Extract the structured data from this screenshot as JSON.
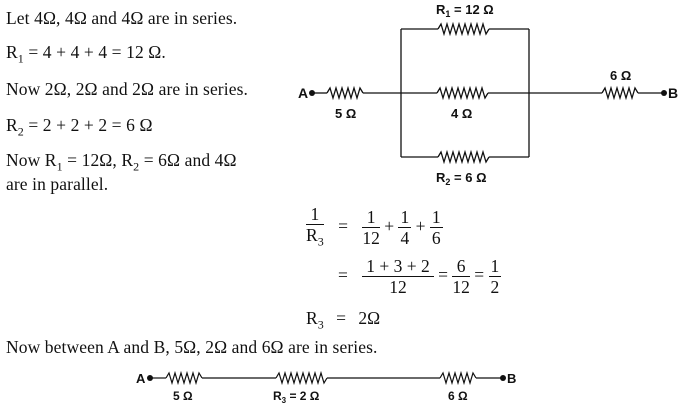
{
  "text": {
    "line1": "Let 4Ω, 4Ω and 4Ω are in series.",
    "line2_pre": "R",
    "line2_sub": "1",
    "line2_post": " = 4 + 4 + 4 = 12 Ω.",
    "line3": "Now 2Ω, 2Ω and 2Ω are in series.",
    "line4_pre": "R",
    "line4_sub": "2",
    "line4_post": " = 2 + 2 + 2 = 6 Ω",
    "line5_a": "Now R",
    "line5_sub1": "1",
    "line5_b": " = 12Ω, R",
    "line5_sub2": "2",
    "line5_c": " = 6Ω and 4Ω",
    "line6": "are in parallel.",
    "line_final": "Now between A and B, 5Ω, 2Ω and 6Ω are in series."
  },
  "equations": {
    "eq1": {
      "lhs_num": "1",
      "lhs_den_pre": "R",
      "lhs_den_sub": "3",
      "equals": "=",
      "terms": [
        {
          "num": "1",
          "den": "12"
        },
        {
          "num": "1",
          "den": "4"
        },
        {
          "num": "1",
          "den": "6"
        }
      ],
      "plus": "+"
    },
    "eq2": {
      "equals": "=",
      "f1": {
        "num": "1 + 3 + 2",
        "den": "12"
      },
      "f2": {
        "num": "6",
        "den": "12"
      },
      "f3": {
        "num": "1",
        "den": "2"
      }
    },
    "eq3": {
      "lhs_pre": "R",
      "lhs_sub": "3",
      "equals": "=",
      "rhs": "2Ω"
    }
  },
  "circuit1": {
    "terminal_a": "A",
    "terminal_b": "B",
    "r_left_label": "5 Ω",
    "r_top_label_pre": "R",
    "r_top_label_sub": "1",
    "r_top_label_post": " = 12 Ω",
    "r_mid_label": "4 Ω",
    "r_bottom_label_pre": "R",
    "r_bottom_label_sub": "2",
    "r_bottom_label_post": " = 6 Ω",
    "r_right_label": "6 Ω"
  },
  "circuit2": {
    "terminal_a": "A",
    "terminal_b": "B",
    "r1_label": "5 Ω",
    "r2_label_pre": "R",
    "r2_label_sub": "3",
    "r2_label_post": " = 2 Ω",
    "r3_label": "6 Ω"
  }
}
